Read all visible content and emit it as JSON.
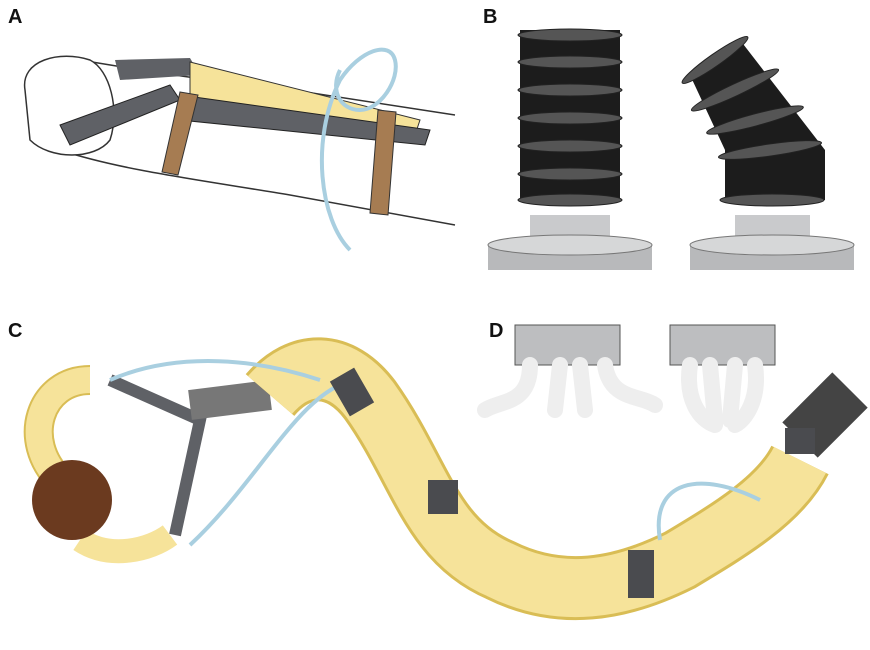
{
  "panels": {
    "a": {
      "label": "A"
    },
    "b": {
      "label": "B"
    },
    "c": {
      "label": "C"
    },
    "d": {
      "label": "D"
    }
  },
  "colors": {
    "yellow": "#f6e39a",
    "yellow_dark": "#d9bd55",
    "brace_grey": "#5f6166",
    "strap_brown": "#a67c52",
    "tube_blue": "#cfe4ef",
    "ball_brown": "#6b3a1f",
    "bead_black": "#1c1c1c",
    "base_grey": "#b8b9bb"
  }
}
